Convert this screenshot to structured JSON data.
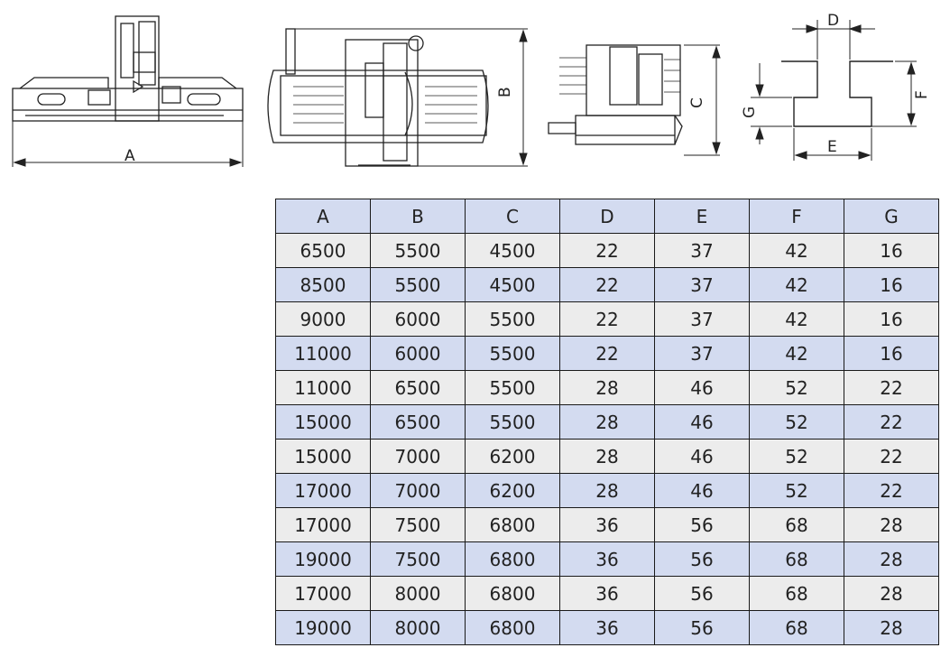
{
  "drawing_labels": {
    "front_width": "A",
    "top_depth": "B",
    "side_height": "C",
    "slot_top": "D",
    "slot_bottom": "E",
    "slot_height": "F",
    "slot_neck": "G"
  },
  "table": {
    "headers": [
      "A",
      "B",
      "C",
      "D",
      "E",
      "F",
      "G"
    ],
    "rows": [
      [
        "6500",
        "5500",
        "4500",
        "22",
        "37",
        "42",
        "16"
      ],
      [
        "8500",
        "5500",
        "4500",
        "22",
        "37",
        "42",
        "16"
      ],
      [
        "9000",
        "6000",
        "5500",
        "22",
        "37",
        "42",
        "16"
      ],
      [
        "11000",
        "6000",
        "5500",
        "22",
        "37",
        "42",
        "16"
      ],
      [
        "11000",
        "6500",
        "5500",
        "28",
        "46",
        "52",
        "22"
      ],
      [
        "15000",
        "6500",
        "5500",
        "28",
        "46",
        "52",
        "22"
      ],
      [
        "15000",
        "7000",
        "6200",
        "28",
        "46",
        "52",
        "22"
      ],
      [
        "17000",
        "7000",
        "6200",
        "28",
        "46",
        "52",
        "22"
      ],
      [
        "17000",
        "7500",
        "6800",
        "36",
        "56",
        "68",
        "28"
      ],
      [
        "19000",
        "7500",
        "6800",
        "36",
        "56",
        "68",
        "28"
      ],
      [
        "17000",
        "8000",
        "6800",
        "36",
        "56",
        "68",
        "28"
      ],
      [
        "19000",
        "8000",
        "6800",
        "36",
        "56",
        "68",
        "28"
      ]
    ]
  }
}
